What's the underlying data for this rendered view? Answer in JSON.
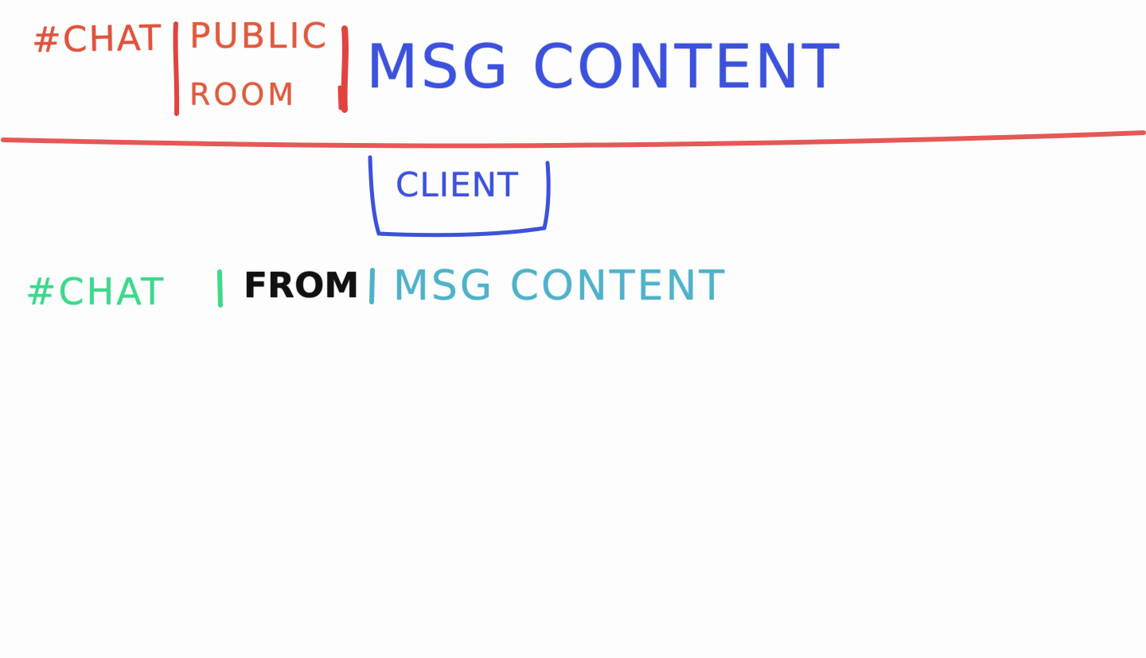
{
  "top_format": {
    "chat_label": "#CHAT",
    "room_label_line1": "PUBLIC",
    "room_label_line2": "ROOM",
    "content_label": "MSG CONTENT"
  },
  "client_box": {
    "label": "CLIENT"
  },
  "bottom_format": {
    "chat_label": "#CHAT",
    "from_label": "FROM",
    "content_label": "MSG CONTENT"
  },
  "colors": {
    "top_text": "#e0523d",
    "divider": "#e24a48",
    "content_blue": "#3c52dd",
    "bottom_chat": "#3dd88c",
    "bottom_from": "#111111",
    "bottom_content": "#4fb2c8"
  }
}
